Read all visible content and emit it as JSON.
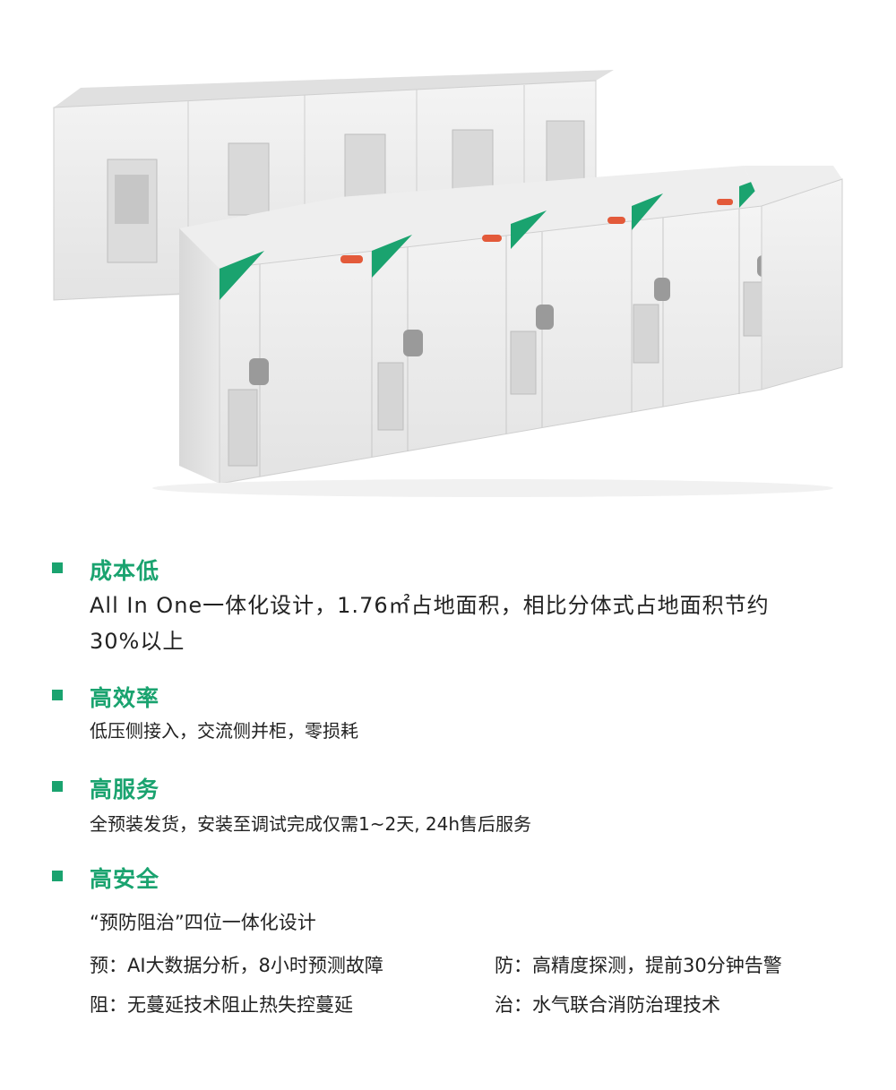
{
  "features": [
    {
      "title": "成本低",
      "lines": [
        "All In One一体化设计，1.76㎡占地面积，相比分体式占地面积节约",
        "30%以上"
      ]
    },
    {
      "title": "高效率",
      "lines": [
        "低压侧接入，交流侧并柜，零损耗"
      ]
    },
    {
      "title": "高服务",
      "lines": [
        "全预装发货，安装至调试完成仅需1~2天, 24h售后服务"
      ]
    },
    {
      "title": "高安全",
      "intro": "“预防阻治”四位一体化设计",
      "rows": [
        {
          "left": "预：AI大数据分析，8小时预测故障",
          "right": "防：高精度探测，提前30分钟告警"
        },
        {
          "left": "阻：无蔓延技术阻止热失控蔓延",
          "right": "治：水气联合消防治理技术"
        }
      ]
    }
  ],
  "colors": {
    "accent": "#1aa36f",
    "cabinet": "#ececec",
    "cabinet_shadow": "#d6d6d6"
  }
}
